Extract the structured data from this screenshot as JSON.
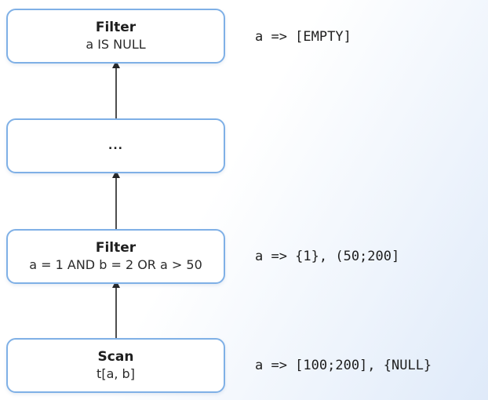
{
  "plan_nodes": [
    {
      "title": "Filter",
      "subtitle": "a IS NULL"
    },
    {
      "title": "",
      "subtitle": "",
      "ellipsis": "..."
    },
    {
      "title": "Filter",
      "subtitle": "a = 1 AND b = 2 OR a > 50"
    },
    {
      "title": "Scan",
      "subtitle": "t[a, b]"
    }
  ],
  "annotations": [
    {
      "text": "a => [EMPTY]"
    },
    {
      "text": ""
    },
    {
      "text": "a => {1}, (50;200]"
    },
    {
      "text": "a => [100;200], {NULL}"
    }
  ],
  "colors": {
    "node_border": "#7fb0e6",
    "arrow": "#222222"
  }
}
